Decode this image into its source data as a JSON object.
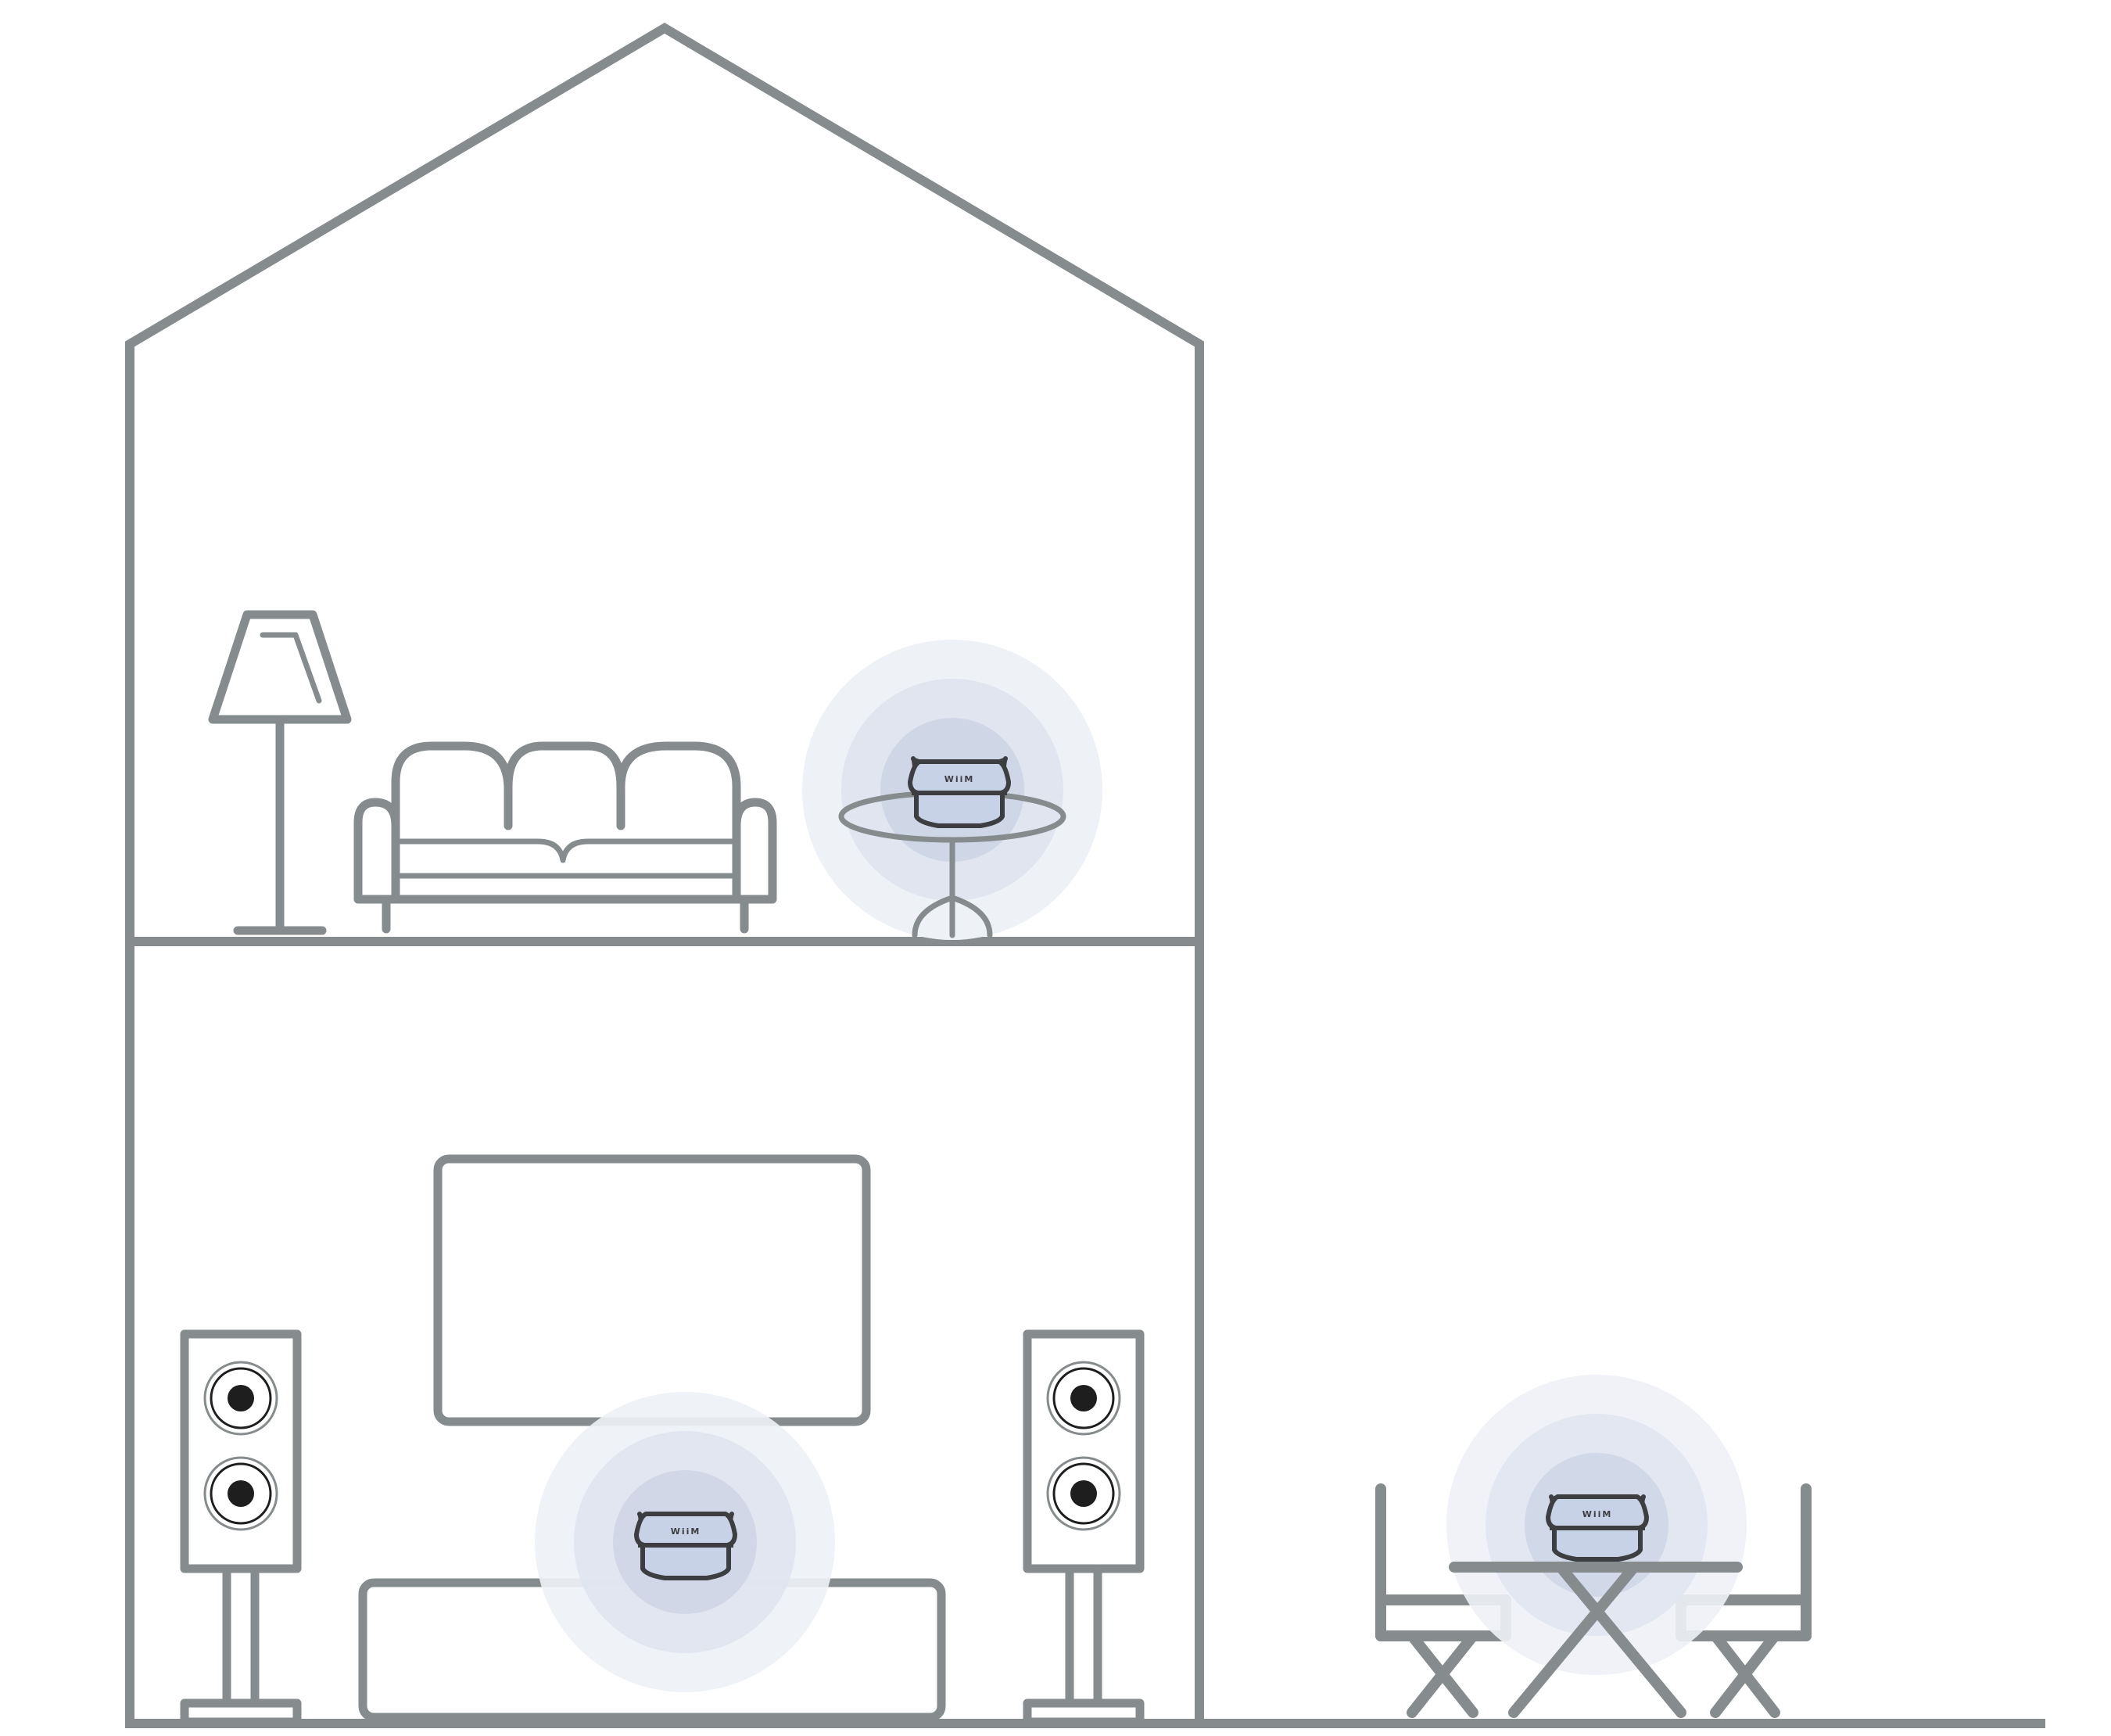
{
  "colors": {
    "line": "#868b8d",
    "device_fill": "#c7d2e6",
    "device_outline": "#3c3e41",
    "wave_outer": "#eef1f6",
    "wave_mid": "#e0e5ef",
    "wave_inner": "#cfd6e6"
  },
  "devices": [
    {
      "room": "upstairs-living-room",
      "logo": "WiiM"
    },
    {
      "room": "downstairs-tv-room",
      "logo": "WiiM"
    },
    {
      "room": "outdoor-patio",
      "logo": "WiiM"
    }
  ],
  "icons": [
    "house-outline",
    "floor-lamp",
    "sofa",
    "side-table",
    "tv",
    "tv-stand",
    "floor-speaker",
    "patio-table",
    "patio-chair",
    "wifi-signal-waves",
    "streaming-device"
  ]
}
